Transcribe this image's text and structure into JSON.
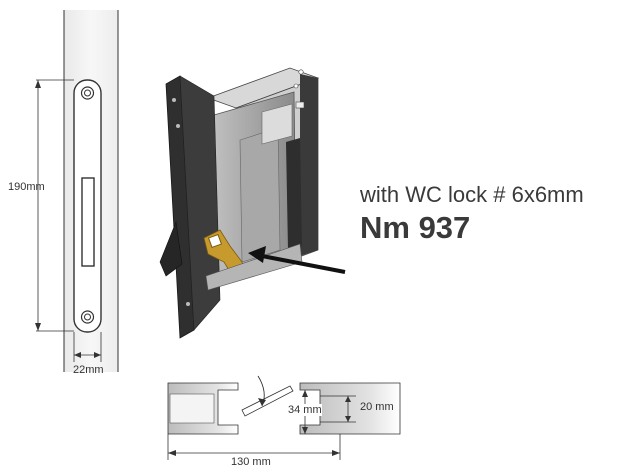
{
  "caption": {
    "line1": "with WC lock # 6x6mm",
    "model": "Nm 937"
  },
  "dimensions": {
    "height": "190mm",
    "faceplate_width": "22mm",
    "cutout_depth": "34 mm",
    "door_side": "20 mm",
    "total_width": "130 mm"
  },
  "colors": {
    "line": "#333333",
    "lock_body": "#9a9a9a",
    "faceplate": "#2f2f2f",
    "follower": "#c79a2e",
    "arrow": "#111111"
  }
}
